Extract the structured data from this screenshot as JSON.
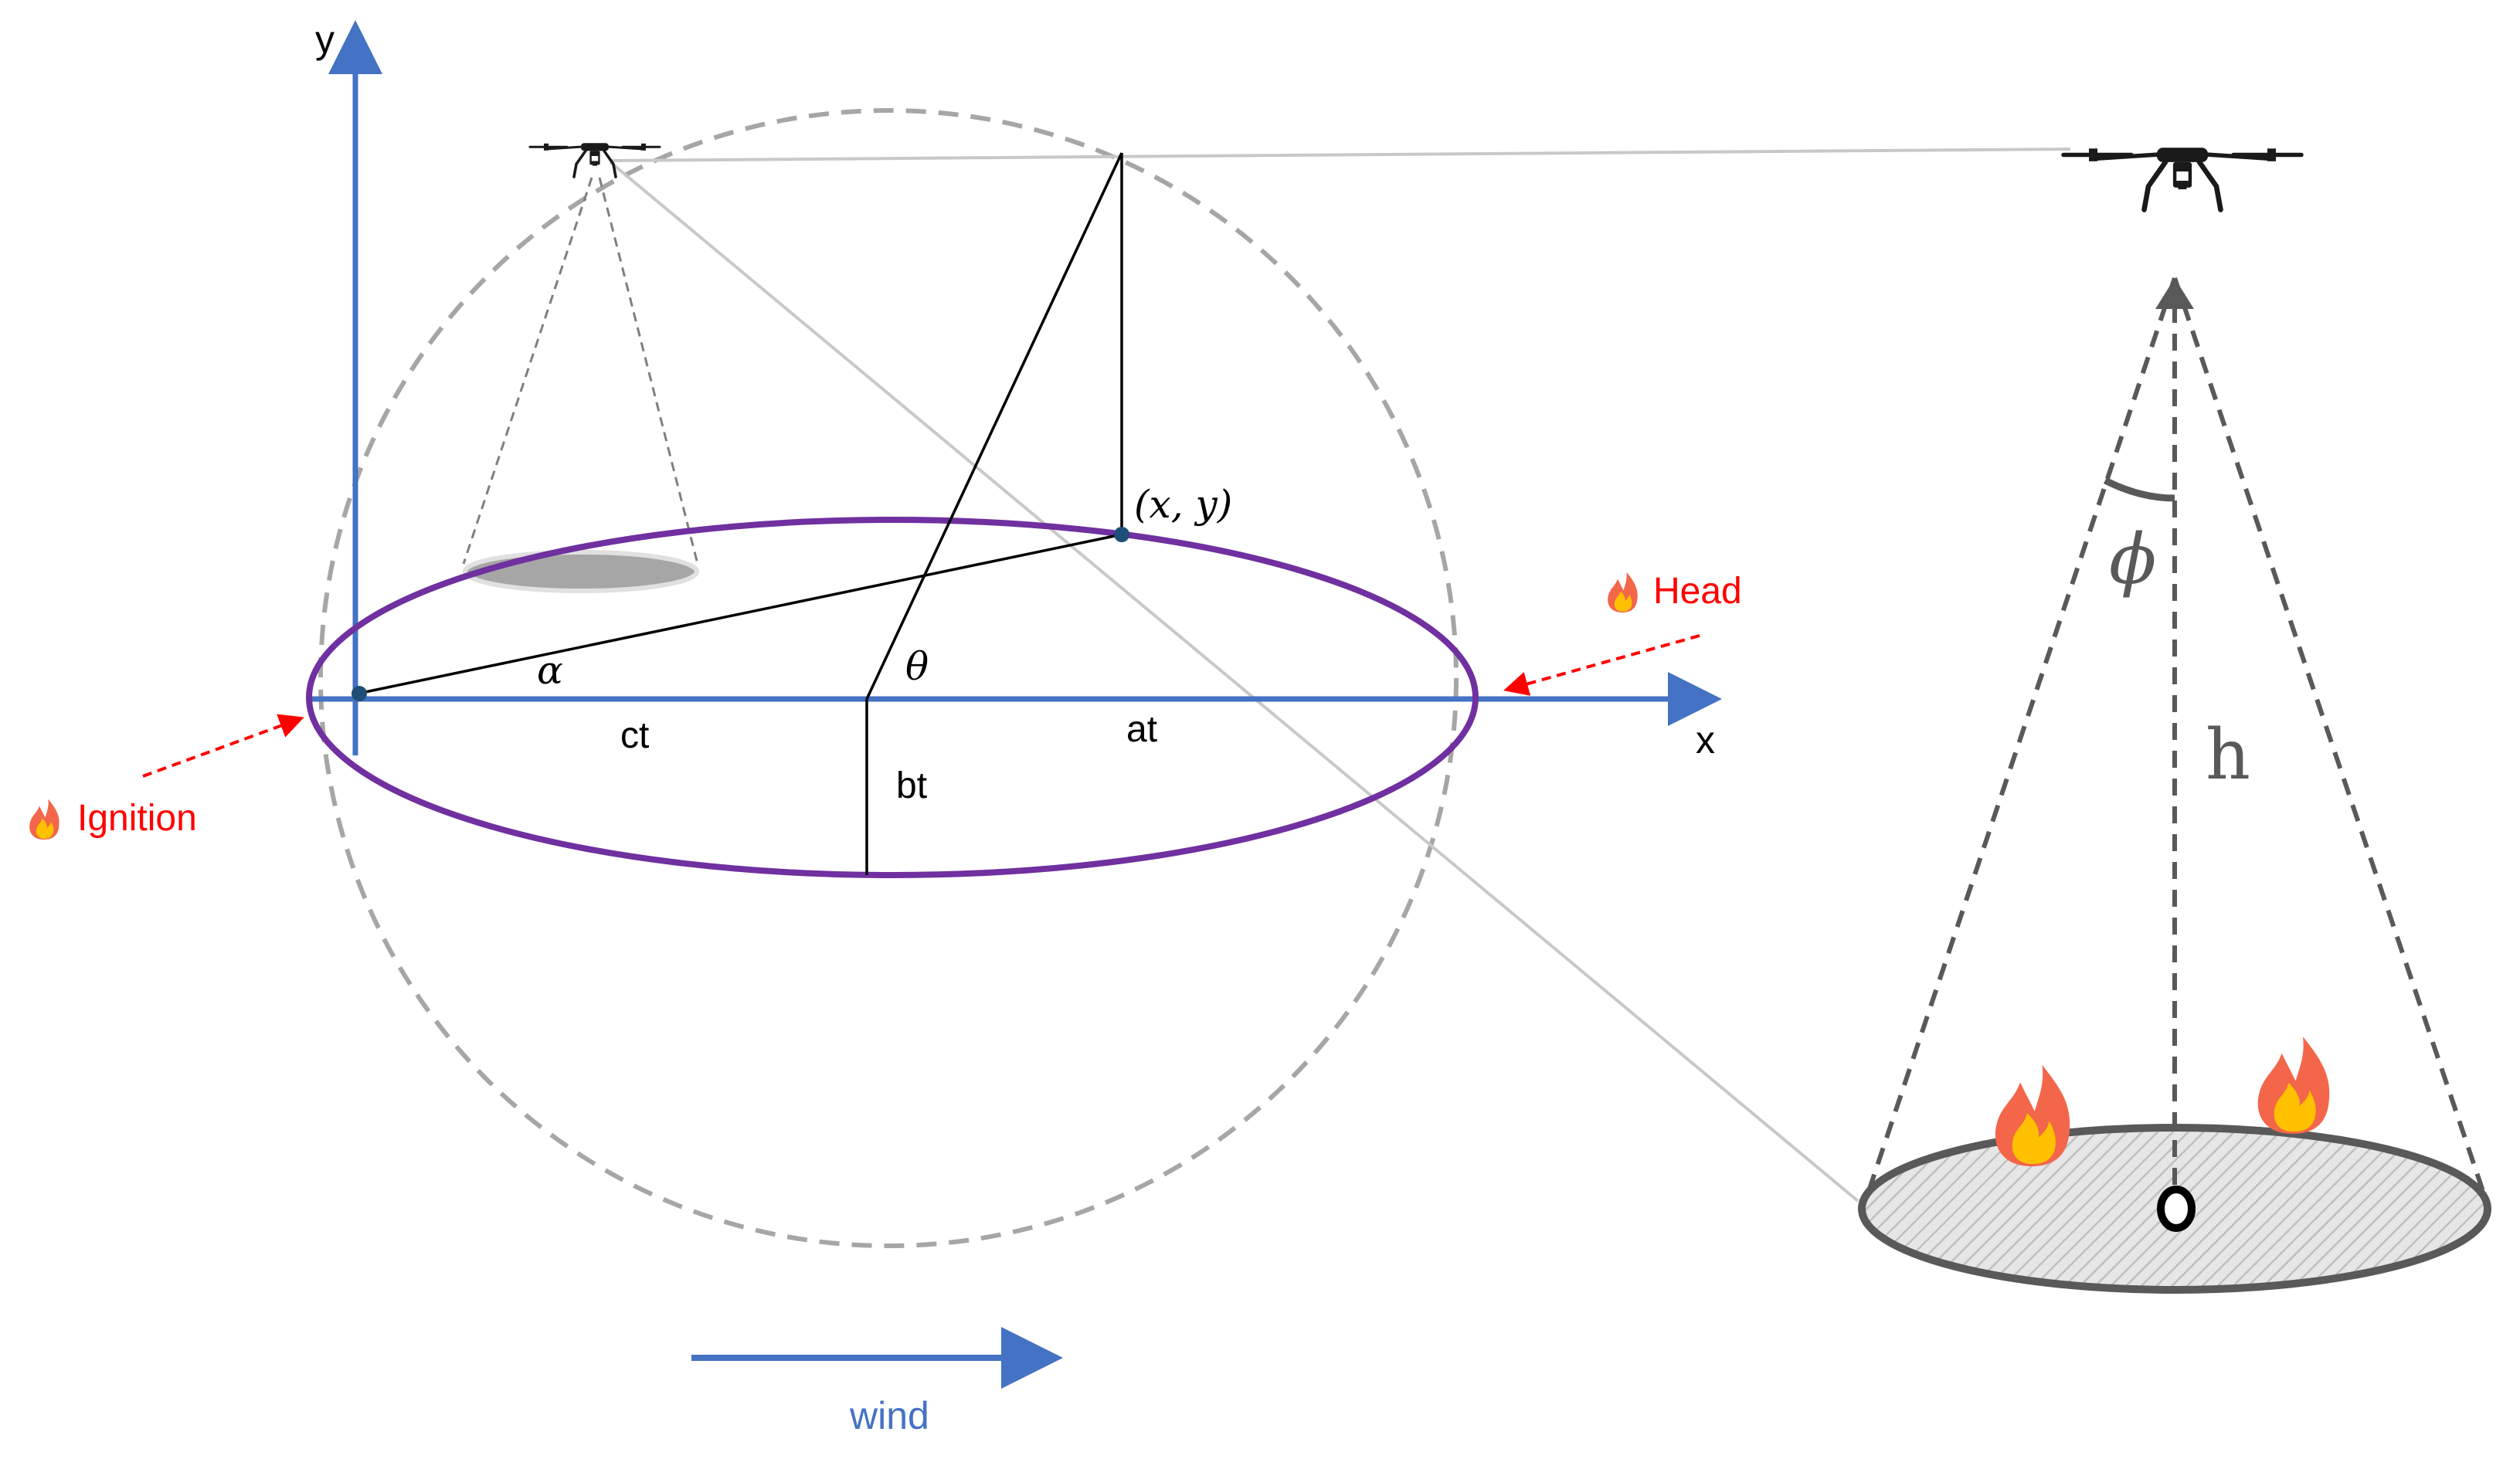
{
  "labels": {
    "y_axis": "y",
    "x_axis": "x",
    "point": "(𝑥, 𝑦)",
    "alpha": "α",
    "theta": "θ",
    "ct": "ct",
    "at": "at",
    "bt": "bt",
    "head": "Head",
    "ignition": "Ignition",
    "wind": "wind",
    "phi": "ϕ",
    "h": "h"
  },
  "colors": {
    "axis": "#4472c4",
    "ellipse": "#7030a0",
    "arrow_red": "#ff0000",
    "dashed_circle": "#a6a6a6",
    "cone": "#595959",
    "footprint_fill": "#d9d9d9",
    "flame_outer": "#f4664a",
    "flame_inner": "#ffc000",
    "drone": "#1a1a1a"
  },
  "icons": {
    "drone_small": "drone-icon",
    "drone_large": "drone-icon",
    "flames": "fire-icon"
  }
}
